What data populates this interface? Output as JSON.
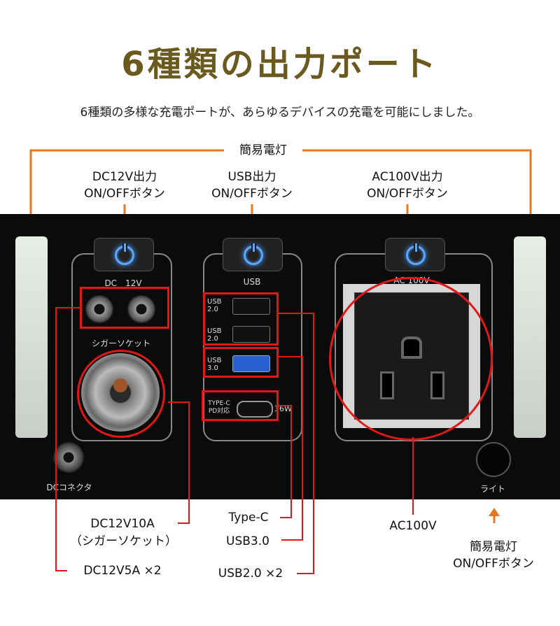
{
  "header": {
    "title": "6種類の出力ポート",
    "subtitle": "6種類の多様な充電ポートが、あらゆるデバイスの充電を可能にしました。"
  },
  "callouts_top": {
    "light": "簡易電灯",
    "dc_button_1": "DC12V出力",
    "dc_button_2": "ON/OFFボタン",
    "usb_button_1": "USB出力",
    "usb_button_2": "ON/OFFボタン",
    "ac_button_1": "AC100V出力",
    "ac_button_2": "ON/OFFボタン"
  },
  "panel": {
    "dc_label": "DC　12V",
    "cigar_label": "シガーソケット",
    "dc_connector": "DCコネクタ",
    "usb_label": "USB",
    "usb2a": "USB\n2.0",
    "usb2b": "USB\n2.0",
    "usb3": "USB\n3.0",
    "typec_1": "TYPE-C",
    "typec_2": "PD対応",
    "watt": "36W",
    "ac_label": "AC 100V",
    "light_label": "ライト"
  },
  "callouts_bottom": {
    "cigar_1": "DC12V10A",
    "cigar_2": "（シガーソケット）",
    "dc5a": "DC12V5A ×2",
    "typec": "Type-C",
    "usb3": "USB3.0",
    "usb2": "USB2.0 ×2",
    "ac": "AC100V",
    "light_btn_1": "簡易電灯",
    "light_btn_2": "ON/OFFボタン"
  },
  "colors": {
    "accent_orange": "#e8771e",
    "highlight_red": "#e01818",
    "title_brown": "#6b5a1e",
    "power_blue": "#4a9bff"
  }
}
